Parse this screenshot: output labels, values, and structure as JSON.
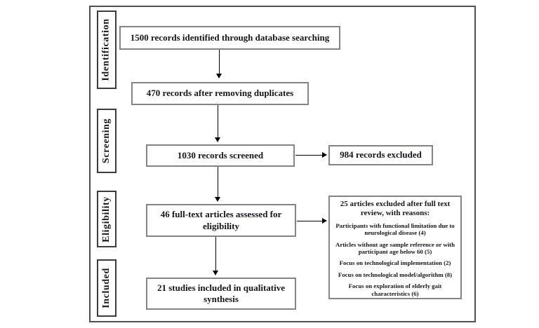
{
  "diagram_type": "PRISMA flow diagram",
  "stages": [
    {
      "label": "Identification"
    },
    {
      "label": "Screening"
    },
    {
      "label": "Eligibility"
    },
    {
      "label": "Included"
    }
  ],
  "boxes": {
    "identified": "1500 records identified through database searching",
    "deduplicated": "470 records after removing duplicates",
    "screened": "1030 records screened",
    "excluded_screening": "984 records excluded",
    "fulltext_assessed": "46 full-text articles assessed for eligibility",
    "included_qualitative": "21 studies included in qualitative synthesis",
    "fulltext_excluded": {
      "title": "25 articles excluded after full text review, with reasons:",
      "reasons": [
        "Participants with functional limitation due to neurological disease (4)",
        "Articles without age sample reference or with participant age below 60 (5)",
        "Focus on technological implementation (2)",
        "Focus on technological model/algorithm (8)",
        "Focus on exploration of elderly gait characteristics (6)"
      ]
    }
  },
  "colors": {
    "text-color": "#15151c",
    "frame-border": "#4f4f4f",
    "stage-border": "#3c3c3c",
    "box-border": "#848484",
    "arrow-color": "#000000",
    "bg": "#ffffff"
  }
}
